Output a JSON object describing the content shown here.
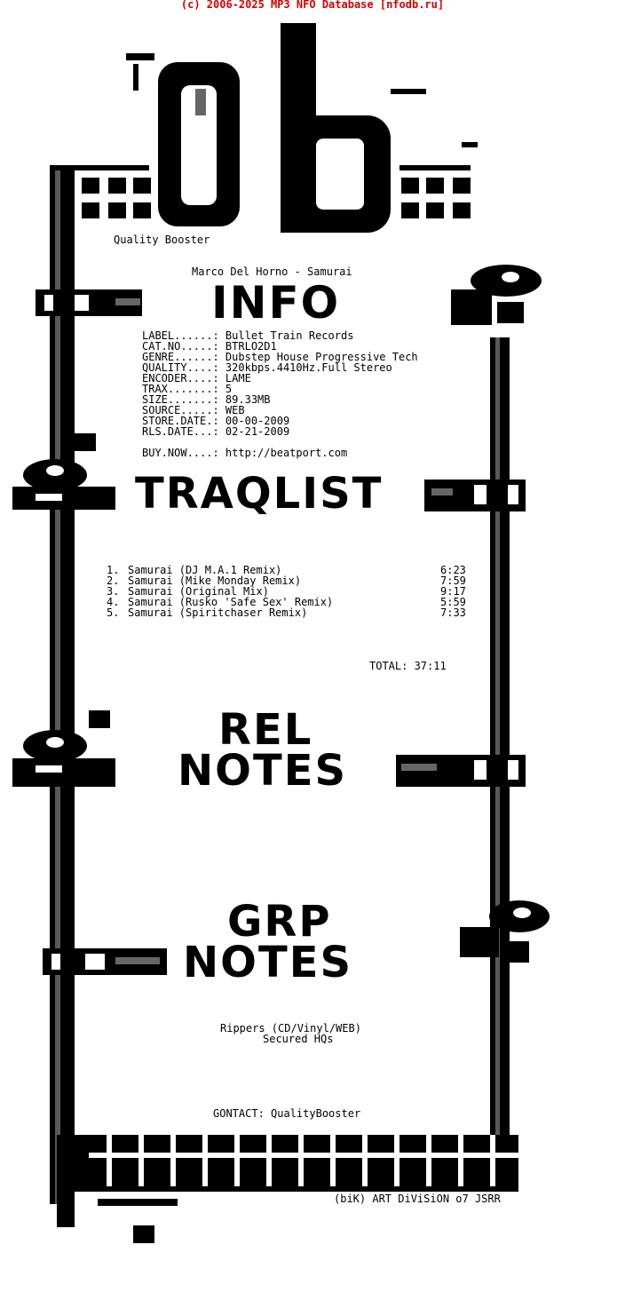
{
  "header": "(c) 2006-2025 MP3 NFO Database [nfodb.ru]",
  "group_logo": "Qb",
  "group_name": "Quality Booster",
  "release_title": "Marco Del Horno - Samurai",
  "sections": {
    "info": "INFO",
    "tracklist": "TRAQLIST",
    "rel_notes_1": "REL",
    "rel_notes_2": "NOTES",
    "grp_notes_1": "GRP",
    "grp_notes_2": "NOTES"
  },
  "info_fields": [
    "LABEL......: Bullet Train Records",
    "CAT.NO.....: BTRLO2D1",
    "GENRE......: Dubstep House Progressive Tech",
    "QUALITY....: 320kbps.4410Hz.Full Stereo",
    "ENCODER....: LAME",
    "TRAX.......: 5",
    "SIZE.......: 89.33MB",
    "SOURCE.....: WEB",
    "STORE.DATE.: 00-00-2009",
    "RLS.DATE...: 02-21-2009"
  ],
  "buy_now": "BUY.NOW....: http://beatport.com",
  "tracks": [
    {
      "num": "1.",
      "title": "Samurai (DJ M.A.1 Remix)",
      "time": "6:23"
    },
    {
      "num": "2.",
      "title": "Samurai (Mike Monday Remix)",
      "time": "7:59"
    },
    {
      "num": "3.",
      "title": "Samurai (Original Mix)",
      "time": "9:17"
    },
    {
      "num": "4.",
      "title": "Samurai (Rusko 'Safe Sex' Remix)",
      "time": "5:59"
    },
    {
      "num": "5.",
      "title": "Samurai (Spiritchaser Remix)",
      "time": "7:33"
    }
  ],
  "total": "TOTAL: 37:11",
  "grp_notes_lines": [
    "Rippers (CD/Vinyl/WEB)",
    "Secured HQs"
  ],
  "contact": "GONTACT: QualityBooster",
  "credit": "(biK) ART DiViSiON o7 JSRR"
}
